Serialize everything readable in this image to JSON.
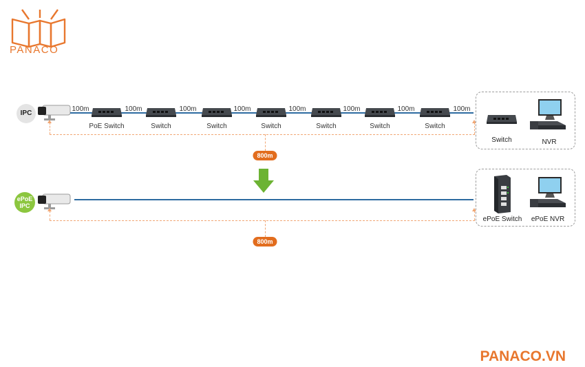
{
  "brand": {
    "logo_text": "PANACO",
    "site": "PANACO.VN",
    "accent_color": "#e8772e"
  },
  "top_row": {
    "badge": "IPC",
    "segments": [
      "100m",
      "100m",
      "100m",
      "100m",
      "100m",
      "100m",
      "100m",
      "100m"
    ],
    "devices": [
      "PoE Switch",
      "Switch",
      "Switch",
      "Switch",
      "Switch",
      "Switch",
      "Switch"
    ],
    "distance": "800m",
    "end_box": {
      "left_label": "Switch",
      "right_label": "NVR"
    }
  },
  "bottom_row": {
    "badge": "ePoE\nIPC",
    "distance": "800m",
    "end_box": {
      "left_label": "ePoE Switch",
      "right_label": "ePoE NVR"
    }
  },
  "colors": {
    "cable": "#2c6aa0",
    "dashed": "#f1a673",
    "distance_badge": "#e26d1e",
    "transition_arrow": "#6cb333",
    "epoe_badge": "#8cc63f"
  },
  "icons": [
    "logo-book-icon",
    "camera-icon",
    "switch-icon",
    "nvr-icon",
    "epoe-switch-icon",
    "down-arrow-icon"
  ]
}
